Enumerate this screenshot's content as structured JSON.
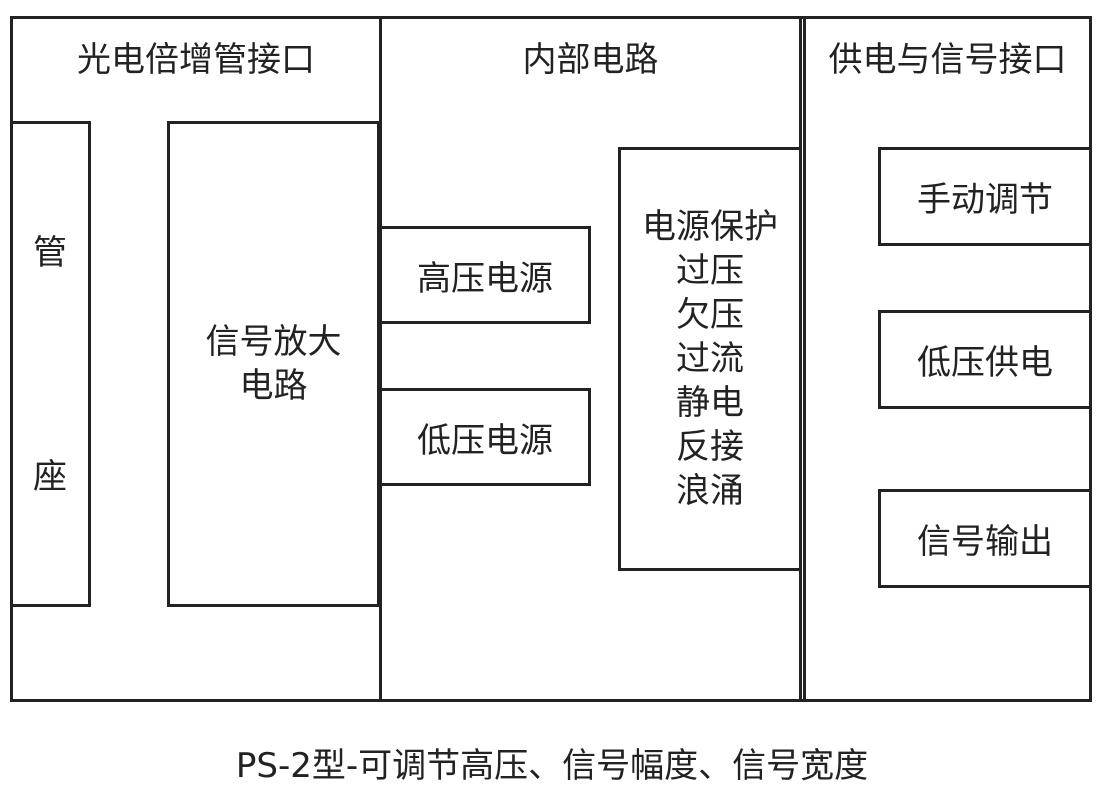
{
  "sections": {
    "pmt_interface": {
      "title": "光电倍增管接口",
      "tube_socket": [
        "管",
        "座"
      ],
      "amplifier": [
        "信号放大",
        "电路"
      ]
    },
    "internal_circuit": {
      "title": "内部电路",
      "high_voltage": "高压电源",
      "low_voltage": "低压电源",
      "protection": [
        "电源保护",
        "过压",
        "欠压",
        "过流",
        "静电",
        "反接",
        "浪涌"
      ]
    },
    "power_signal_interface": {
      "title": "供电与信号接口",
      "manual_adjust": "手动调节",
      "low_voltage_supply": "低压供电",
      "signal_output": "信号输出"
    }
  },
  "caption": "PS-2型-可调节高压、信号幅度、信号宽度"
}
